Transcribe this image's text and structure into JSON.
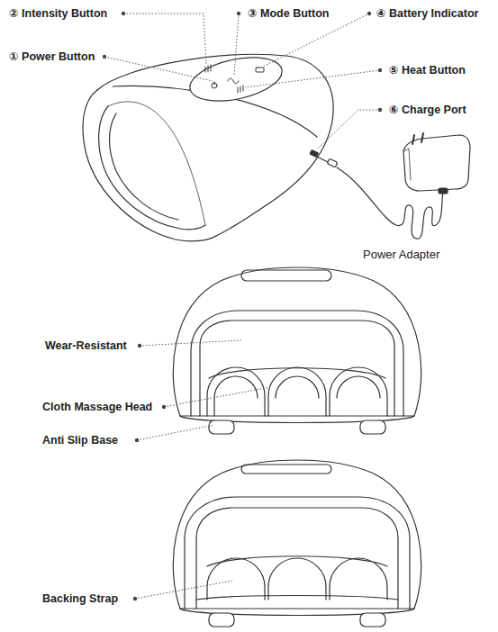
{
  "diagram": {
    "labels": [
      "② Intensity Button",
      "③ Mode Button",
      "④ Battery Indicator",
      "① Power Button",
      "⑤ Heat Button",
      "⑥ Charge Port",
      "Power Adapter",
      "Wear-Resistant",
      "Cloth Massage Head",
      "Anti Slip Base",
      "Backing Strap"
    ]
  }
}
